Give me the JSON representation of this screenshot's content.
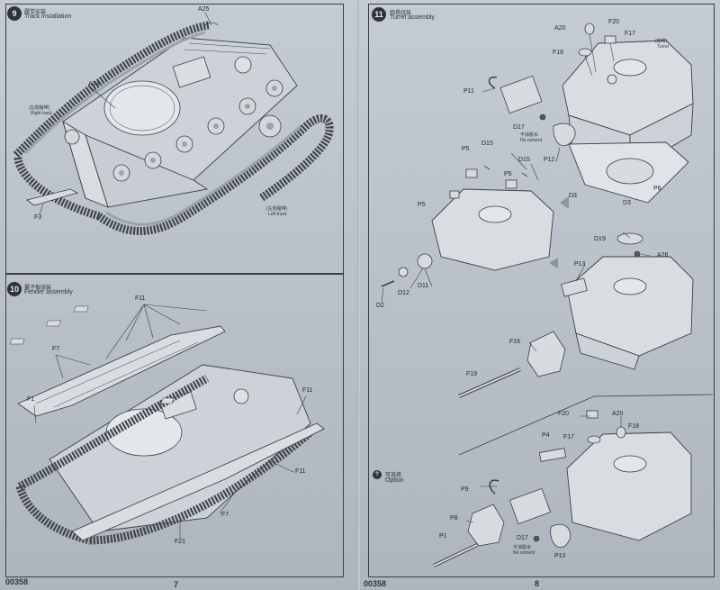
{
  "left_page": {
    "page_number": "7",
    "code": "00358",
    "step9": {
      "number": "9",
      "title_cn": "履带安装",
      "title_en": "Track installation",
      "parts": {
        "a25": "A25",
        "a24": "A24",
        "f3": "F3"
      },
      "notes": {
        "right_track_cn": "(右侧履带)",
        "right_track_en": "Right track",
        "left_track_cn": "(左侧履带)",
        "left_track_en": "Left track"
      }
    },
    "step10": {
      "number": "10",
      "title_cn": "翼子板组装",
      "title_en": "Fender assembly",
      "parts": {
        "f11_top": "F11",
        "f7_top": "F7",
        "f1": "F1",
        "f11_right": "F11",
        "f11_mid": "F11",
        "f7_bottom": "F7",
        "f21": "F21"
      }
    }
  },
  "right_page": {
    "page_number": "8",
    "code": "00358",
    "step11": {
      "number": "11",
      "title_cn": "炮塔组装",
      "title_en": "Turret assembly",
      "parts": {
        "f20": "F20",
        "a20": "A20",
        "f17": "F17",
        "f18": "F18",
        "turret_cn": "(炮塔)",
        "turret_en": "Turret",
        "p11": "P11",
        "d17": "D17",
        "no_cement_cn": "不涂胶水",
        "no_cement_en": "No cement",
        "p12": "P12",
        "d3_left": "D3",
        "d3_right": "D3",
        "p6": "P6",
        "p5_a": "P5",
        "d15_a": "D15",
        "p5_b": "P5",
        "d15_b": "D15",
        "p5_c": "P5",
        "d11": "D11",
        "d12": "D12",
        "d2": "D2",
        "d19": "D19",
        "a26": "A26",
        "p13": "P13",
        "f16": "F16",
        "f19": "F19"
      }
    },
    "option": {
      "number": "?",
      "title_cn": "可选择",
      "title_en": "Option",
      "parts": {
        "f20": "F20",
        "a20": "A20",
        "f18": "F18",
        "f17": "F17",
        "p4": "P4",
        "p9": "P9",
        "p8": "P8",
        "d17": "D17",
        "no_cement_cn": "不涂胶水",
        "no_cement_en": "No cement",
        "p1": "P1",
        "p10": "P10"
      }
    }
  }
}
